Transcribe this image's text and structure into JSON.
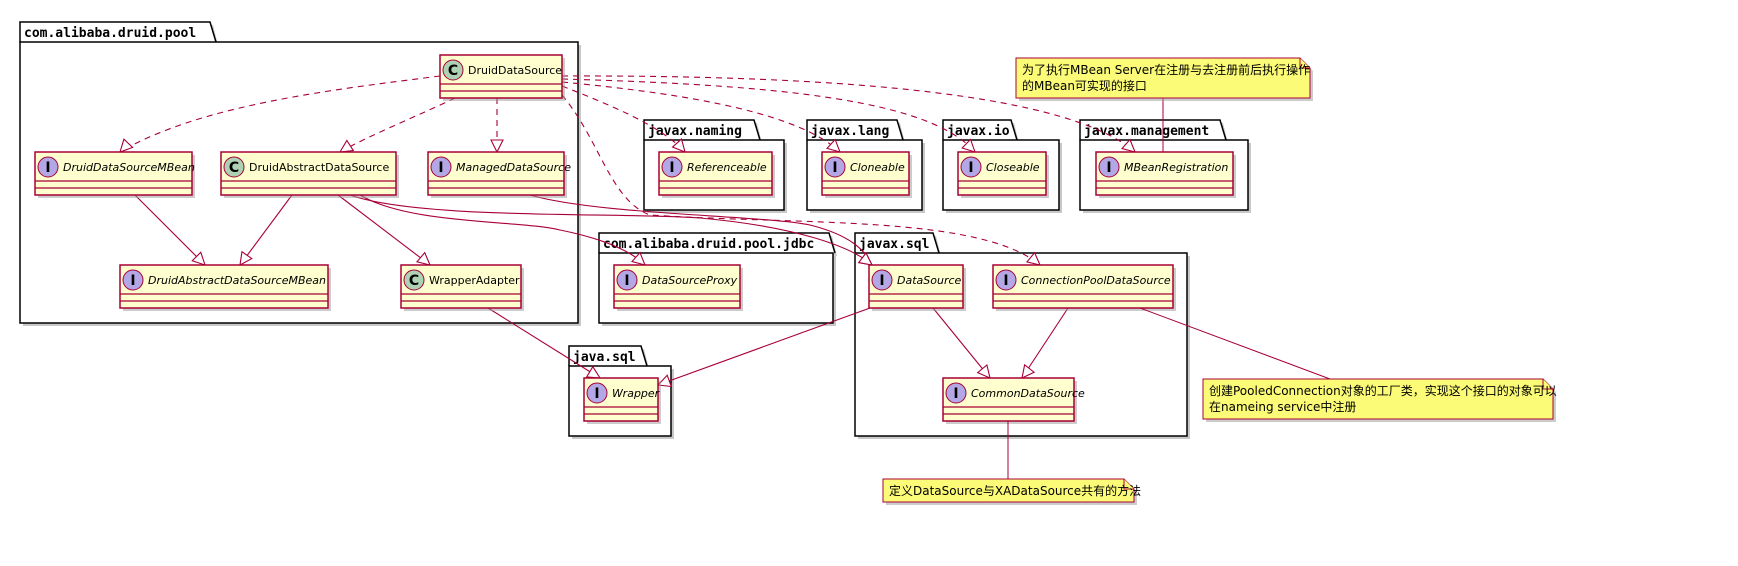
{
  "packages": [
    {
      "id": "pool",
      "label": "com.alibaba.druid.pool"
    },
    {
      "id": "naming",
      "label": "javax.naming"
    },
    {
      "id": "lang",
      "label": "javax.lang"
    },
    {
      "id": "io",
      "label": "javax.io"
    },
    {
      "id": "management",
      "label": "javax.management"
    },
    {
      "id": "jdbc",
      "label": "com.alibaba.druid.pool.jdbc"
    },
    {
      "id": "javasql",
      "label": "java.sql"
    },
    {
      "id": "javaxsql",
      "label": "javax.sql"
    }
  ],
  "classes": [
    {
      "id": "DruidDataSource",
      "label": "DruidDataSource",
      "kind": "C"
    },
    {
      "id": "DruidDataSourceMBean",
      "label": "DruidDataSourceMBean",
      "kind": "I"
    },
    {
      "id": "DruidAbstractDataSource",
      "label": "DruidAbstractDataSource",
      "kind": "C"
    },
    {
      "id": "ManagedDataSource",
      "label": "ManagedDataSource",
      "kind": "I"
    },
    {
      "id": "DruidAbstractDataSourceMBean",
      "label": "DruidAbstractDataSourceMBean",
      "kind": "I"
    },
    {
      "id": "WrapperAdapter",
      "label": "WrapperAdapter",
      "kind": "C"
    },
    {
      "id": "Referenceable",
      "label": "Referenceable",
      "kind": "I"
    },
    {
      "id": "Cloneable",
      "label": "Cloneable",
      "kind": "I"
    },
    {
      "id": "Closeable",
      "label": "Closeable",
      "kind": "I"
    },
    {
      "id": "MBeanRegistration",
      "label": "MBeanRegistration",
      "kind": "I"
    },
    {
      "id": "DataSourceProxy",
      "label": "DataSourceProxy",
      "kind": "I"
    },
    {
      "id": "DataSource",
      "label": "DataSource",
      "kind": "I"
    },
    {
      "id": "ConnectionPoolDataSource",
      "label": "ConnectionPoolDataSource",
      "kind": "I"
    },
    {
      "id": "Wrapper",
      "label": "Wrapper",
      "kind": "I"
    },
    {
      "id": "CommonDataSource",
      "label": "CommonDataSource",
      "kind": "I"
    }
  ],
  "relations": [
    {
      "from": "DruidDataSource",
      "to": "DruidDataSourceMBean",
      "type": "realization"
    },
    {
      "from": "DruidDataSource",
      "to": "DruidAbstractDataSource",
      "type": "realization"
    },
    {
      "from": "DruidDataSource",
      "to": "ManagedDataSource",
      "type": "realization"
    },
    {
      "from": "DruidDataSource",
      "to": "Referenceable",
      "type": "realization"
    },
    {
      "from": "DruidDataSource",
      "to": "Cloneable",
      "type": "realization"
    },
    {
      "from": "DruidDataSource",
      "to": "Closeable",
      "type": "realization"
    },
    {
      "from": "DruidDataSource",
      "to": "MBeanRegistration",
      "type": "realization"
    },
    {
      "from": "DruidDataSource",
      "to": "ConnectionPoolDataSource",
      "type": "realization"
    },
    {
      "from": "DruidDataSourceMBean",
      "to": "DruidAbstractDataSourceMBean",
      "type": "generalization"
    },
    {
      "from": "DruidAbstractDataSource",
      "to": "DruidAbstractDataSourceMBean",
      "type": "generalization"
    },
    {
      "from": "DruidAbstractDataSource",
      "to": "WrapperAdapter",
      "type": "generalization"
    },
    {
      "from": "DruidAbstractDataSource",
      "to": "DataSourceProxy",
      "type": "generalization"
    },
    {
      "from": "DruidAbstractDataSource",
      "to": "DataSource",
      "type": "generalization"
    },
    {
      "from": "ManagedDataSource",
      "to": "DataSource",
      "type": "generalization"
    },
    {
      "from": "WrapperAdapter",
      "to": "Wrapper",
      "type": "generalization"
    },
    {
      "from": "DataSource",
      "to": "Wrapper",
      "type": "generalization"
    },
    {
      "from": "DataSource",
      "to": "CommonDataSource",
      "type": "generalization"
    },
    {
      "from": "ConnectionPoolDataSource",
      "to": "CommonDataSource",
      "type": "generalization"
    }
  ],
  "notes": [
    {
      "id": "note-mbean",
      "lines": [
        "为了执行MBean Server在注册与去注册前后执行操作",
        "的MBean可实现的接口"
      ],
      "target": "MBeanRegistration"
    },
    {
      "id": "note-pooled",
      "lines": [
        "创建PooledConnection对象的工厂类，实现这个接口的对象可以",
        "在nameing service中注册"
      ],
      "target": "ConnectionPoolDataSource"
    },
    {
      "id": "note-common",
      "lines": [
        "定义DataSource与XADataSource共有的方法"
      ],
      "target": "CommonDataSource"
    }
  ],
  "colors": {
    "class_fill": "#FEFECE",
    "class_border": "#A80036",
    "edge": "#A80036",
    "circle_class": "#ADD1B2",
    "circle_interface": "#B4A7E5",
    "note_fill": "#FBFB77",
    "package_border": "#000000",
    "shadow": "#888888"
  }
}
